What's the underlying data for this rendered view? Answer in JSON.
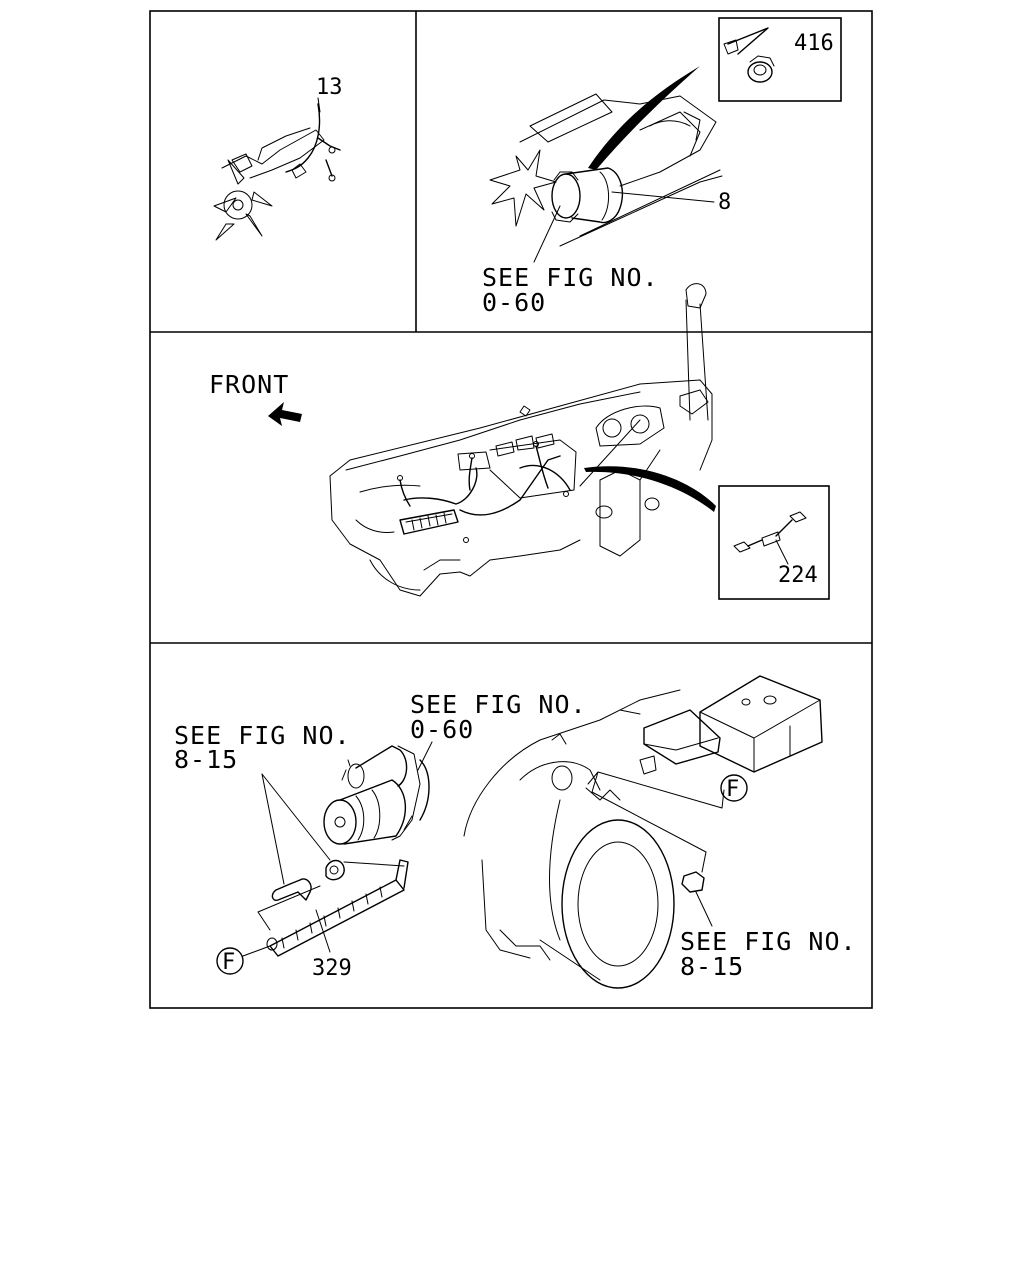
{
  "panel_top_left": {
    "callouts": [
      "13"
    ]
  },
  "panel_top_right": {
    "callouts": [
      "416",
      "8"
    ],
    "reference_lines": [
      "SEE FIG NO.",
      "0-60"
    ]
  },
  "panel_middle": {
    "direction_label": "FRONT",
    "callouts": [
      "224"
    ]
  },
  "panel_bottom": {
    "reference_left_lines": [
      "SEE FIG NO.",
      "8-15"
    ],
    "reference_center_lines": [
      "SEE FIG NO.",
      "0-60"
    ],
    "reference_right_lines": [
      "SEE FIG NO.",
      "8-15"
    ],
    "connector_marker": "F",
    "callouts": [
      "329"
    ]
  }
}
